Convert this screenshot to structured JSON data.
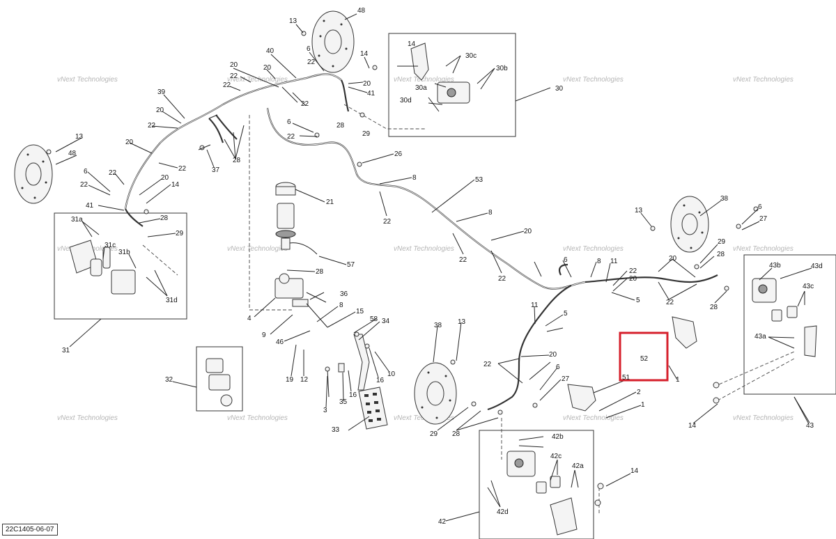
{
  "diagram": {
    "reference_code": "22C1405-06-07",
    "watermark": "vNext Technologies",
    "highlight_color": "#d61f2b",
    "part_callouts": [
      "1",
      "2",
      "3",
      "4",
      "5",
      "6",
      "8",
      "9",
      "10",
      "11",
      "12",
      "13",
      "14",
      "15",
      "16",
      "19",
      "20",
      "21",
      "22",
      "26",
      "27",
      "28",
      "29",
      "30",
      "31",
      "32",
      "33",
      "34",
      "35",
      "36",
      "37",
      "38",
      "39",
      "40",
      "41",
      "42",
      "43",
      "46",
      "48",
      "51",
      "52",
      "53",
      "57",
      "58"
    ],
    "sub_callouts": [
      "30a",
      "30b",
      "30c",
      "30d",
      "31a",
      "31b",
      "31c",
      "31d",
      "42a",
      "42b",
      "42c",
      "42d",
      "43a",
      "43b",
      "43c",
      "43d"
    ]
  }
}
